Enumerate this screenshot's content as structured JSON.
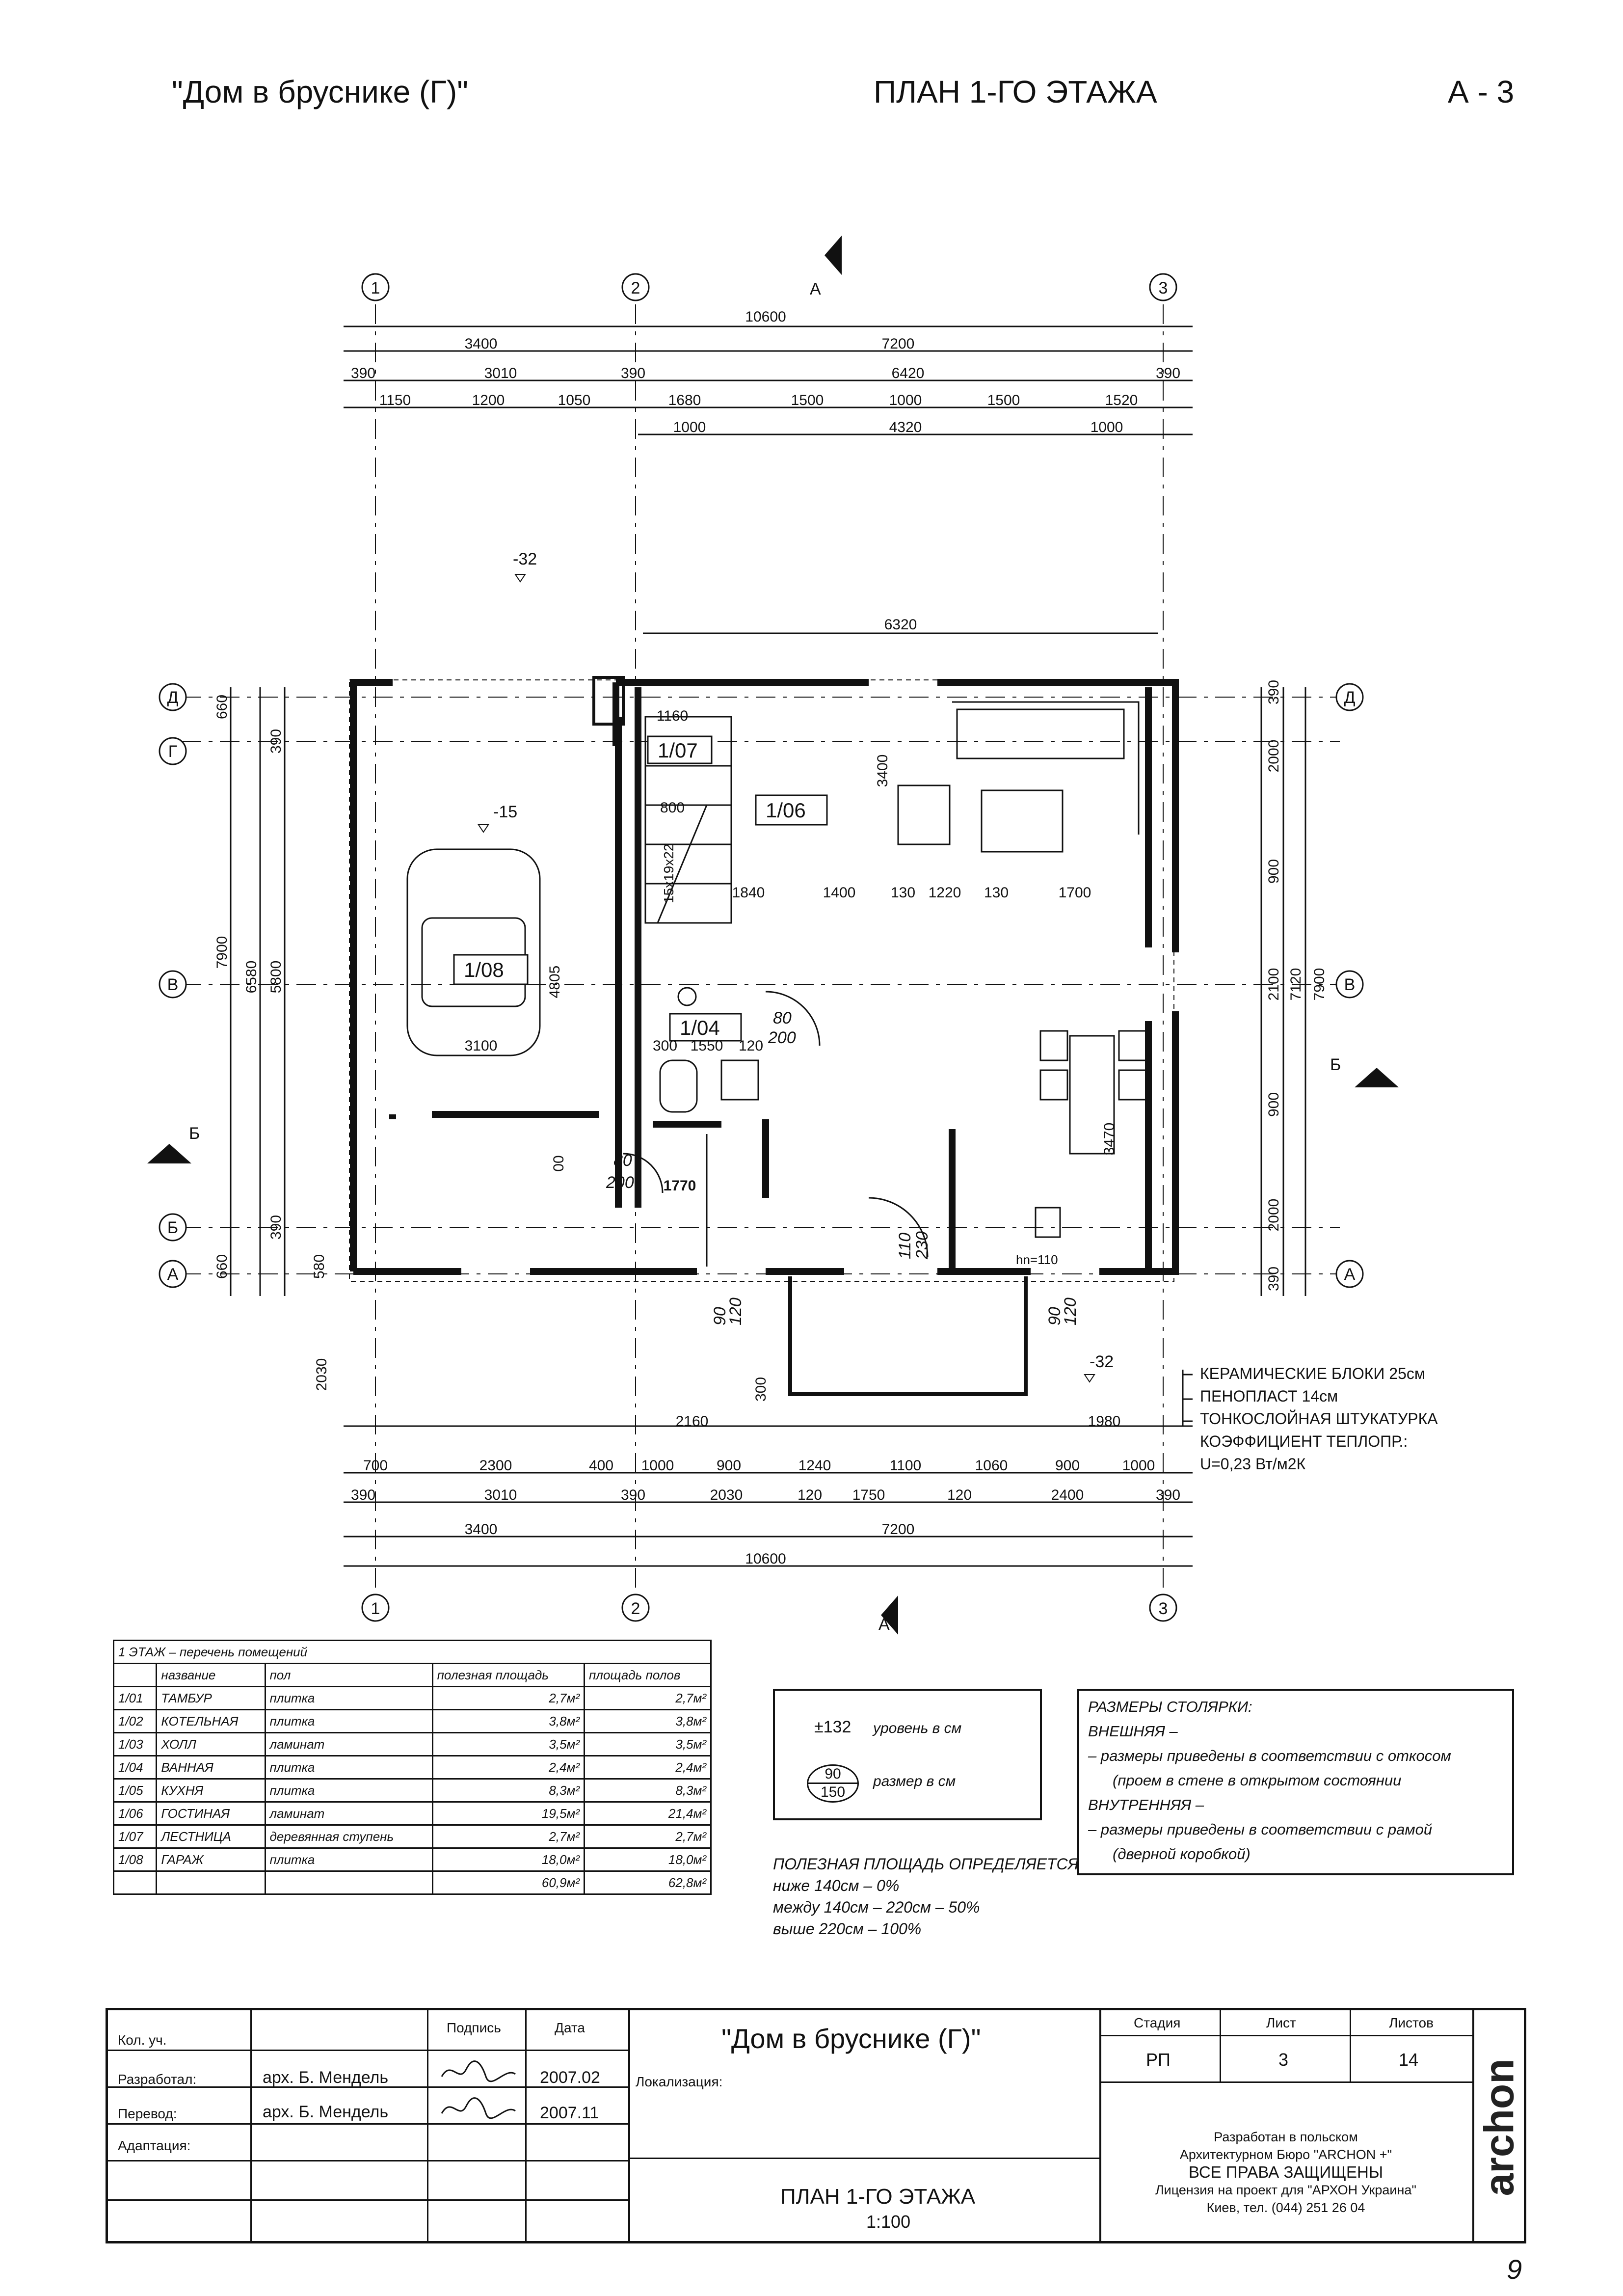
{
  "header": {
    "project": "\"Дом в бруснике (Г)\"",
    "sheet_title": "ПЛАН 1-ГО ЭТАЖА",
    "sheet_code": "А - 3"
  },
  "axes": {
    "columns": [
      "1",
      "2",
      "3"
    ],
    "rows": [
      "Д",
      "Г",
      "В",
      "Б",
      "А"
    ]
  },
  "sections": {
    "a": "А",
    "b": "Б"
  },
  "dimensions": {
    "top": {
      "overall": "10600",
      "axis_spans": [
        "3400",
        "7200"
      ],
      "walls_row": [
        "390",
        "3010",
        "390",
        "6420",
        "390"
      ],
      "openings_row": [
        "1150",
        "1200",
        "1050",
        "1680",
        "1500",
        "1000",
        "1500",
        "1520"
      ],
      "window_row": [
        "1000",
        "4320",
        "1000"
      ],
      "terrace": "6320"
    },
    "bottom": {
      "overall": "10600",
      "axis_spans": [
        "3400",
        "7200"
      ],
      "walls_row": [
        "390",
        "3010",
        "390",
        "2030",
        "120",
        "1750",
        "120",
        "2400",
        "390"
      ],
      "openings_row": [
        "700",
        "2300",
        "400",
        "1000",
        "900",
        "1240",
        "1100",
        "1060",
        "900",
        "1000"
      ],
      "porch_left": "2160",
      "porch_right": "1980",
      "porch_depth": "300",
      "garage_front": "2030"
    },
    "left": {
      "outer": [
        "660",
        "7900",
        "660"
      ],
      "mid": [
        "6580"
      ],
      "inner": [
        "390",
        "5800",
        "390"
      ]
    },
    "right": {
      "overall": "7900",
      "mid": "7120",
      "inner": [
        "390",
        "2000",
        "900",
        "2100",
        "900",
        "2000",
        "390"
      ]
    },
    "interior": [
      "1160",
      "800",
      "1840",
      "1400",
      "130",
      "1220",
      "130",
      "1700",
      "3400",
      "4805",
      "3100",
      "300",
      "1550",
      "120",
      "1770",
      "3470",
      "00",
      "580"
    ]
  },
  "levels": {
    "outside_top": "-32",
    "garage": "-15",
    "outside_bottom": "-32",
    "hn": "hn=110"
  },
  "rooms": {
    "r0106": "1/06",
    "r0107": "1/07",
    "r0108": "1/08",
    "r0104": "1/04",
    "stair": "15x19x22"
  },
  "doors": {
    "d1": [
      "80",
      "200"
    ],
    "d2": [
      "80",
      "200"
    ],
    "d3": [
      "110",
      "230"
    ],
    "w1": [
      "90",
      "120"
    ],
    "w2": [
      "90",
      "120"
    ]
  },
  "wall_spec": [
    "КЕРАМИЧЕСКИЕ   БЛОКИ 25см",
    "ПЕНОПЛАСТ   14см",
    "ТОНКОСЛОЙНАЯ ШТУКАТУРКА",
    "КОЭФФИЦИЕНТ ТЕПЛОПР.:",
    "U=0,23 Вт/м2К"
  ],
  "room_table": {
    "title": "1 ЭТАЖ  –  перечень помещений",
    "headers": [
      "",
      "название",
      "пол",
      "полезная площадь",
      "площадь полов"
    ],
    "rows": [
      [
        "1/01",
        "ТАМБУР",
        "плитка",
        "2,7м²",
        "2,7м²"
      ],
      [
        "1/02",
        "КОТЕЛЬНАЯ",
        "плитка",
        "3,8м²",
        "3,8м²"
      ],
      [
        "1/03",
        "ХОЛЛ",
        "ламинат",
        "3,5м²",
        "3,5м²"
      ],
      [
        "1/04",
        "ВАННАЯ",
        "плитка",
        "2,4м²",
        "2,4м²"
      ],
      [
        "1/05",
        "КУХНЯ",
        "плитка",
        "8,3м²",
        "8,3м²"
      ],
      [
        "1/06",
        "ГОСТИНАЯ",
        "ламинат",
        "19,5м²",
        "21,4м²"
      ],
      [
        "1/07",
        "ЛЕСТНИЦА",
        "деревянная ступень",
        "2,7м²",
        "2,7м²"
      ],
      [
        "1/08",
        "ГАРАЖ",
        "плитка",
        "18,0м²",
        "18,0м²"
      ]
    ],
    "totals": [
      "",
      "",
      "",
      "60,9м²",
      "62,8м²"
    ]
  },
  "legend": {
    "level_symbol": "±132",
    "level_text": "уровень в см",
    "size_top": "90",
    "size_bottom": "150",
    "size_text": "размер в см"
  },
  "useful_area": [
    "ПОЛЕЗНАЯ ПЛОЩАДЬ ОПРЕДЕЛЯЕТСЯ",
    "ниже 140см  –  0%",
    "между 140см  –  220см    –  50%",
    "выше 220см  –  100%"
  ],
  "joinery": [
    "РАЗМЕРЫ СТОЛЯРКИ:",
    "ВНЕШНЯЯ  –",
    "–  размеры приведены в соответствии с откосом",
    "(проем в стене в открытом состоянии",
    "ВНУТРЕННЯЯ  –",
    "–  размеры приведены в соответствии с рамой",
    "(дверной коробкой)"
  ],
  "title_block": {
    "rows": [
      {
        "label": "Кол. уч.",
        "name": "",
        "date": ""
      },
      {
        "label": "Разработал:",
        "name": "арх. Б. Мендель",
        "date": "2007.02"
      },
      {
        "label": "Перевод:",
        "name": "арх. Б. Мендель",
        "date": "2007.11"
      },
      {
        "label": "Адаптация:",
        "name": "",
        "date": ""
      }
    ],
    "sign_label": "Подпись",
    "date_label": "Дата",
    "project": "\"Дом в бруснике (Г)\"",
    "localization": "Локализация:",
    "sheet": "ПЛАН 1-ГО ЭТАЖА",
    "scale": "1:100",
    "stage_label": "Стадия",
    "sheet_label": "Лист",
    "sheets_label": "Листов",
    "stage": "РП",
    "sheet_no": "3",
    "sheets_total": "14",
    "credits": [
      "Разработан в польском",
      "Архитектурном Бюро \"ARCHON +\"",
      "ВСЕ ПРАВА ЗАЩИЩЕНЫ",
      "Лицензия на проект для \"АРХОН Украина\"",
      "Киев, тел. (044) 251 26 04"
    ],
    "brand": "archon"
  },
  "page_no": "9"
}
